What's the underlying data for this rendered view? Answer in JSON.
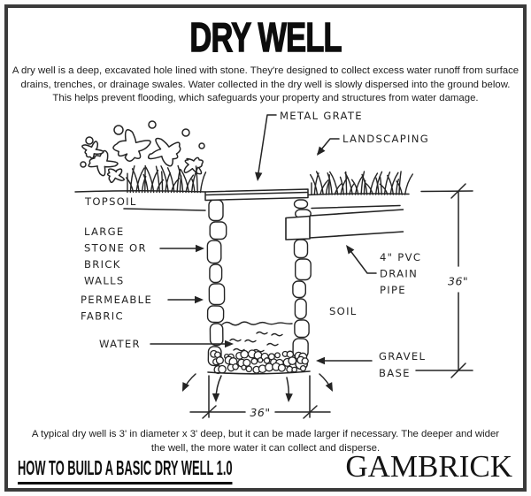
{
  "header": {
    "title": "DRY WELL",
    "description_lines": [
      "A dry well is a deep, excavated hole lined with stone. They're designed to collect excess water runoff from surface",
      "drains, trenches, or drainage swales. Water collected in the dry well is slowly dispersed into the ground below.",
      "This helps prevent flooding, which safeguards your property and structures from water damage."
    ]
  },
  "diagram": {
    "labels": {
      "metal_grate": "METAL GRATE",
      "landscaping": "LANDSCAPING",
      "topsoil": "TOPSOIL",
      "stone_walls": [
        "LARGE",
        "STONE OR",
        "BRICK",
        "WALLS"
      ],
      "permeable_fabric": [
        "PERMEABLE",
        "FABRIC"
      ],
      "water": "WATER",
      "soil": "SOIL",
      "drain_pipe": [
        "4\" PVC",
        "DRAIN",
        "PIPE"
      ],
      "gravel_base": [
        "GRAVEL",
        "BASE"
      ],
      "width_dim": "36\"",
      "depth_dim": "36\""
    }
  },
  "footer": {
    "note_lines": [
      "A typical dry well is 3' in diameter x 3' deep, but it can be made larger if necessary. The deeper and wider",
      "the well, the more water it can collect and disperse."
    ],
    "series_title": "HOW TO BUILD A BASIC DRY WELL 1.0",
    "brand": "GAMBRICK"
  },
  "colors": {
    "ink": "#242424",
    "frame": "#3a3a3a",
    "paper": "#ffffff"
  }
}
